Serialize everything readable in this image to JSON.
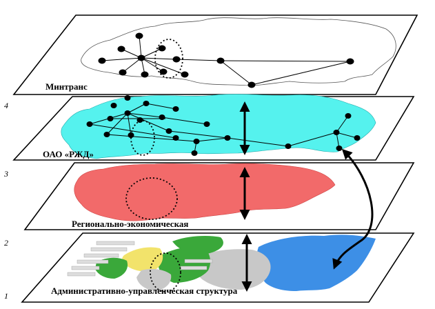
{
  "layers": [
    {
      "number": "",
      "label": "Минтранс",
      "fill": "#ffffff",
      "color": "#000000"
    },
    {
      "number": "4",
      "label": "ОАО «РЖД»",
      "fill": "#00ffff",
      "color": "#000000"
    },
    {
      "number": "3",
      "label": "Регионально-экономическая",
      "fill": "#ff6666",
      "color": "#000000"
    },
    {
      "number": "2",
      "label": "",
      "fill": "#ffffff",
      "color": "#000000"
    },
    {
      "number": "1",
      "label": "Административно-управленческая структура",
      "fill": "#ffffff",
      "color": "#000000"
    }
  ],
  "colors": {
    "cyan_region": "#55f2ee",
    "red_region": "#f26a6a",
    "bottom_blue": "#3d8fe6",
    "bottom_gray": "#c8c8c8",
    "bottom_green": "#3aa83a",
    "bottom_yellow": "#f2e36b",
    "node": "#000000"
  },
  "icons": {
    "arrow": "double-headed-arrow-icon",
    "curve": "curved-arrow-icon",
    "ellipse": "dotted-ellipse-icon"
  }
}
